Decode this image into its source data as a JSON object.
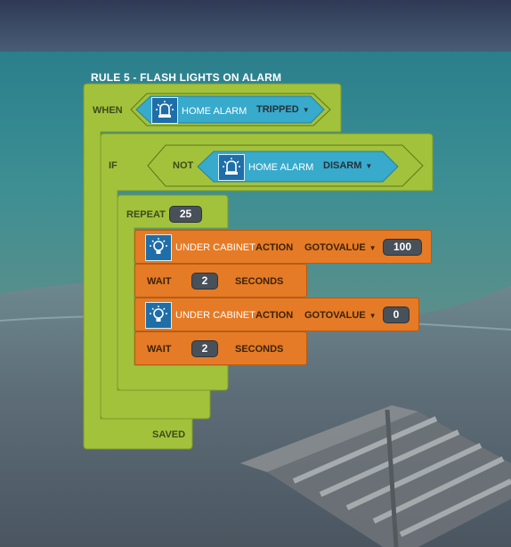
{
  "rule": {
    "title": "RULE 5 - FLASH LIGHTS ON ALARM",
    "status": "SAVED"
  },
  "when": {
    "label": "WHEN",
    "device": "HOME ALARM",
    "state": "TRIPPED",
    "icon": "alarm-siren-icon"
  },
  "if": {
    "label": "IF",
    "not_label": "NOT",
    "device": "HOME ALARM",
    "state": "DISARM",
    "icon": "alarm-siren-icon"
  },
  "repeat": {
    "label": "REPEAT",
    "count": "25"
  },
  "actions": [
    {
      "device": "UNDER CABINET",
      "action_label": "ACTION",
      "action": "GOTOVALUE",
      "value": "100",
      "icon": "light-bulb-icon"
    },
    {
      "device": "UNDER CABINET",
      "action_label": "ACTION",
      "action": "GOTOVALUE",
      "value": "0",
      "icon": "light-bulb-icon"
    }
  ],
  "waits": [
    {
      "label": "WAIT",
      "value": "2",
      "unit": "SECONDS"
    },
    {
      "label": "WAIT",
      "value": "2",
      "unit": "SECONDS"
    }
  ],
  "colors": {
    "green_block": "#a3c23c",
    "cyan_block": "#38aacb",
    "orange_block": "#e57b26",
    "icon_blue": "#1f6ea8"
  }
}
